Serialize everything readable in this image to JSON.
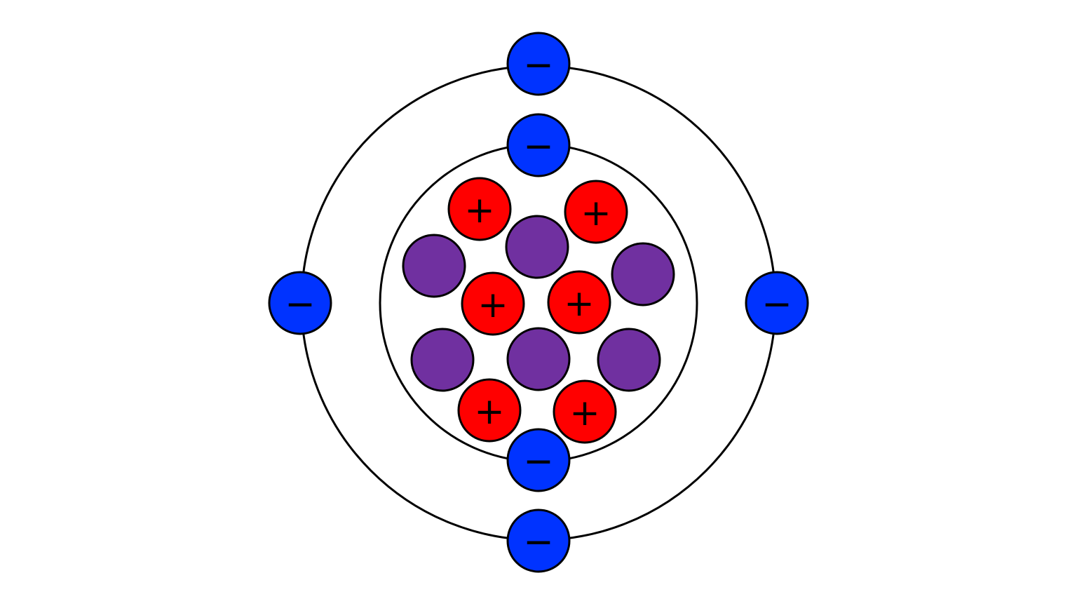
{
  "colors": {
    "background": "#ffffff",
    "outline": "#000000",
    "electron": "#0033ff",
    "proton": "#ff0000",
    "neutron": "#7030a0"
  },
  "symbols": {
    "electron": "−",
    "proton": "+"
  },
  "counts": {
    "protons": 6,
    "neutrons": 6,
    "electrons": 6,
    "inner_shell_electrons": 2,
    "outer_shell_electrons": 4
  }
}
